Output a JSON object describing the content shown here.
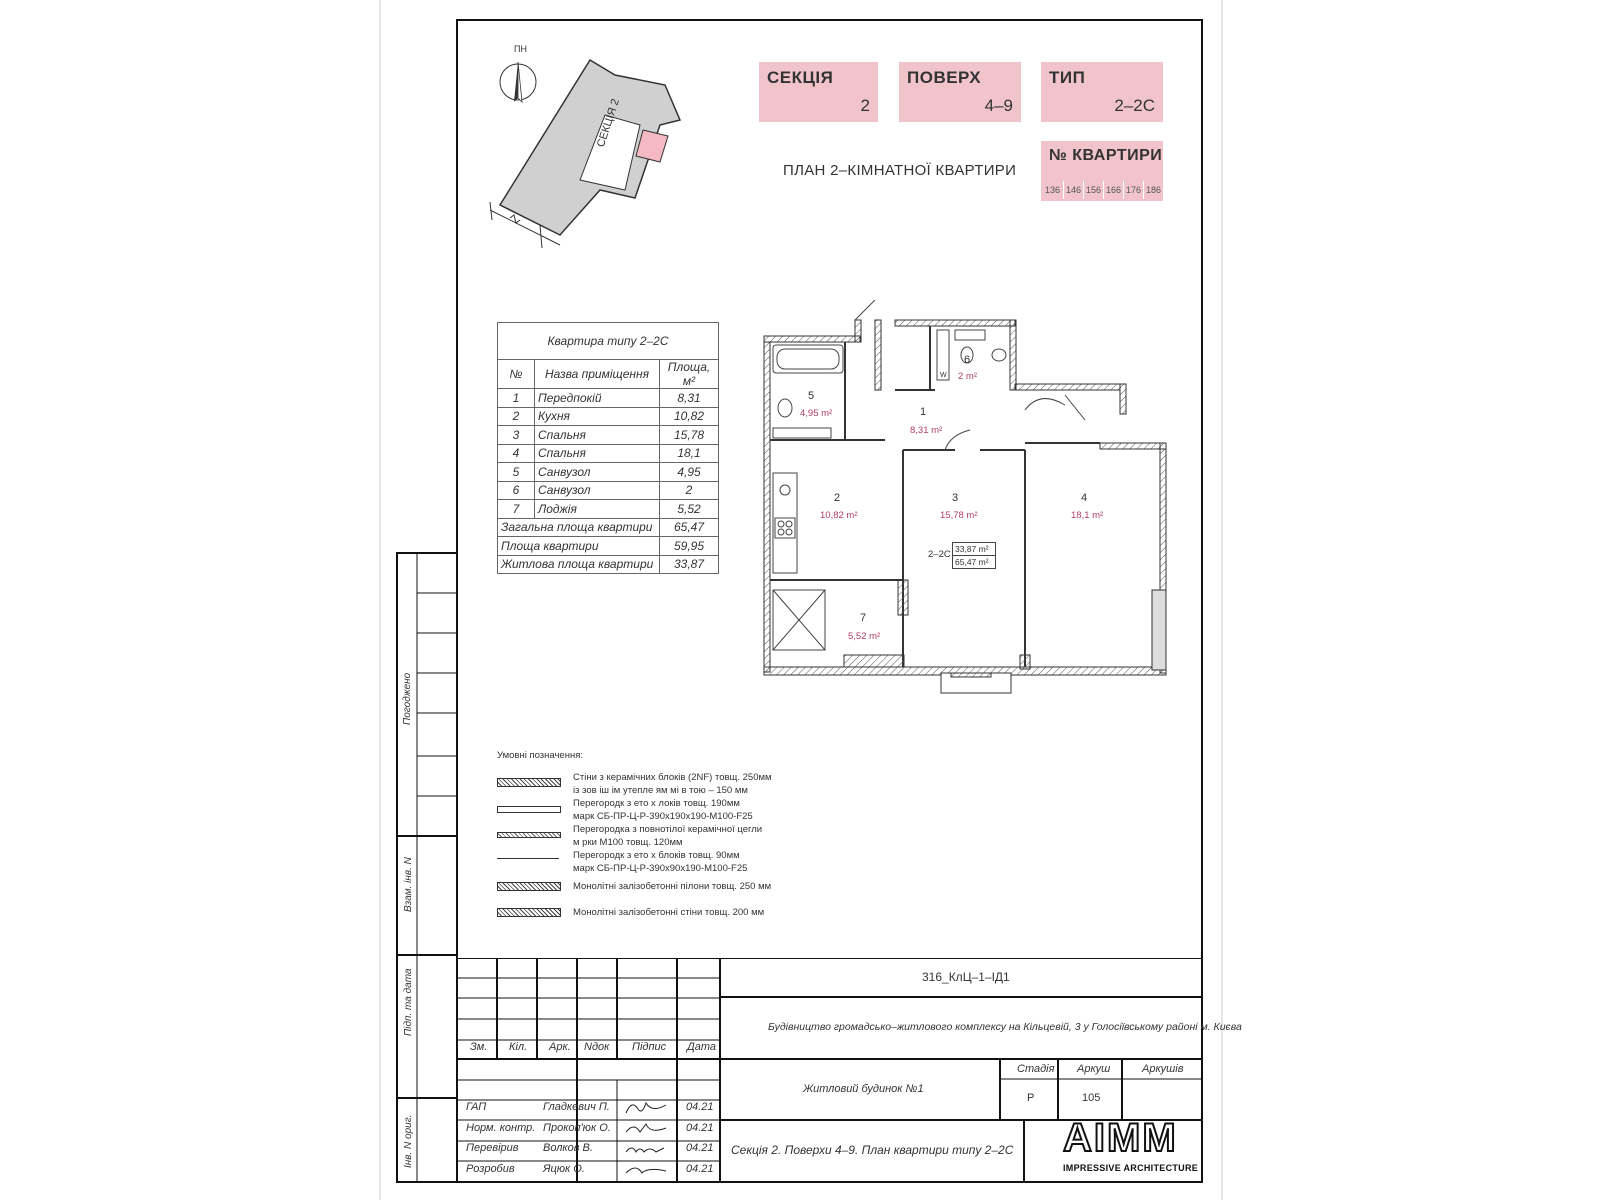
{
  "header": {
    "section_label": "СЕКЦІЯ",
    "section_value": "2",
    "floor_label": "ПОВЕРХ",
    "floor_value": "4–9",
    "type_label": "ТИП",
    "type_value": "2–2С",
    "apt_no_label": "№ КВАРТИРИ",
    "apt_numbers": [
      "136",
      "146",
      "156",
      "166",
      "176",
      "186"
    ]
  },
  "plan_title": "ПЛАН 2–КІМНАТНОЇ КВАРТИРИ",
  "keyplan": {
    "north": "ПН",
    "section_label": "СЕКЦІЯ 2"
  },
  "rooms_table": {
    "title": "Квартира типу 2–2С",
    "headers": [
      "№",
      "Назва приміщення",
      "Площа, м²"
    ],
    "rows": [
      [
        "1",
        "Передпокій",
        "8,31"
      ],
      [
        "2",
        "Кухня",
        "10,82"
      ],
      [
        "3",
        "Спальня",
        "15,78"
      ],
      [
        "4",
        "Спальня",
        "18,1"
      ],
      [
        "5",
        "Санвузол",
        "4,95"
      ],
      [
        "6",
        "Санвузол",
        "2"
      ],
      [
        "7",
        "Лоджія",
        "5,52"
      ]
    ],
    "totals": [
      [
        "Загальна площа квартири",
        "65,47"
      ],
      [
        "Площа квартири",
        "59,95"
      ],
      [
        "Житлова площа квартири",
        "33,87"
      ]
    ]
  },
  "plan_labels": {
    "r1": "1",
    "r1a": "8,31 m²",
    "r2": "2",
    "r2a": "10,82 m²",
    "r3": "3",
    "r3a": "15,78 m²",
    "r4": "4",
    "r4a": "18,1 m²",
    "r5": "5",
    "r5a": "4,95 m²",
    "r6": "6",
    "r6a": "2 m²",
    "r7": "7",
    "r7a": "5,52 m²",
    "type": "2–2С",
    "living": "33,87 m²",
    "total": "65,47 m²",
    "w": "W"
  },
  "legend": {
    "title": "Умовні позначення:",
    "items": [
      [
        "Стіни з керамічних блоків (2NF) товщ. 250мм",
        "із зов іш ім утепле ям мі  в тою – 150 мм"
      ],
      [
        "Перегородк  з  ето     х  локів товщ. 190мм",
        "марк   СБ-ПР-Ц-Р-390х190х190-М100-F25"
      ],
      [
        "Перегородка з повнотілої керамічної цегли",
        "м рки М100 товщ. 120мм"
      ],
      [
        "Перегородк  з  ето     х  блоків товщ. 90мм",
        "марк   СБ-ПР-Ц-Р-390х90х190-М100-F25"
      ],
      [
        "Монолітні залізобетонні пілони товщ. 250 мм",
        ""
      ],
      [
        "Монолітні залізобетонні стіни товщ. 200 мм",
        ""
      ]
    ]
  },
  "side_stamp": {
    "agreed": "Погоджено",
    "inv_ref": "Взам. інв. N",
    "sign_date": "Підп. та дата",
    "inv_orig": "Інв. N ориг."
  },
  "title_block": {
    "code": "316_КлЦ–1–ІД1",
    "project": "Будівництво громадсько–житлового комплексу на Кільцевій, 3 у Голосіївському районі м. Києва",
    "cols": [
      "Зм.",
      "Кіл.",
      "Арк.",
      "Nдок",
      "Підпис",
      "Дата"
    ],
    "building": "Житловий будинок №1",
    "stage_label": "Стадія",
    "sheet_label": "Аркуш",
    "sheets_label": "Аркушів",
    "stage": "Р",
    "sheet": "105",
    "sheet_title": "Секція 2. Поверхи 4–9. План квартири типу 2–2С",
    "people": [
      [
        "ГАП",
        "Гладкевич П.",
        "04.21"
      ],
      [
        "Норм. контр.",
        "Прокоп'юк О.",
        "04.21"
      ],
      [
        "Перевірив",
        "Волков В.",
        "04.21"
      ],
      [
        "Розробив",
        "Яцюк О.",
        "04.21"
      ]
    ],
    "logo": "AIMM",
    "logo_sub": "IMPRESSIVE ARCHITECTURE"
  },
  "colors": {
    "accent_pink": "#f1c4cb",
    "key_pink": "#f4b9c2",
    "line": "#222222"
  }
}
